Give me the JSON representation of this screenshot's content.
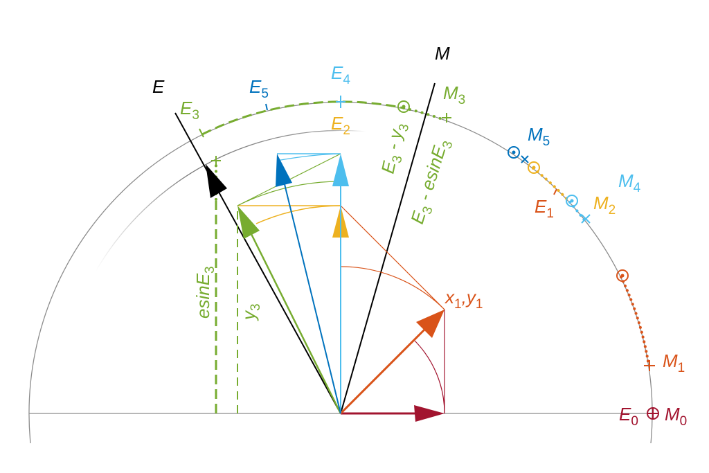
{
  "colors": {
    "green": "#77ac30",
    "orange": "#edb120",
    "lightblue": "#4dbeee",
    "blue": "#0072bd",
    "orangered": "#d95319",
    "crimson": "#a2142f",
    "black": "#000000",
    "gray": "#8c8c8c"
  },
  "labels": {
    "E": "E",
    "M": "M",
    "E5": {
      "main": "E",
      "sub": "5"
    },
    "E4": {
      "main": "E",
      "sub": "4"
    },
    "E3": {
      "main": "E",
      "sub": "3"
    },
    "E2": {
      "main": "E",
      "sub": "2"
    },
    "E1": {
      "main": "E",
      "sub": "1"
    },
    "E0": {
      "main": "E",
      "sub": "0"
    },
    "M0": {
      "main": "M",
      "sub": "0"
    },
    "M1": {
      "main": "M",
      "sub": "1"
    },
    "M2": {
      "main": "M",
      "sub": "2"
    },
    "M3": {
      "main": "M",
      "sub": "3"
    },
    "M4": {
      "main": "M",
      "sub": "4"
    },
    "M5": {
      "main": "M",
      "sub": "5"
    },
    "E3_minus_y3": {
      "a": "E",
      "a_sub": "3",
      "op": " - ",
      "b": "y",
      "b_sub": "3"
    },
    "E3_minus_esinE3": {
      "a": "E",
      "a_sub": "3",
      "op": " - ",
      "b": "esin",
      "c": "E",
      "c_sub": "3"
    },
    "esinE3": {
      "a": "esin",
      "b": "E",
      "b_sub": "3"
    },
    "y3": {
      "main": "y",
      "sub": "3"
    },
    "x1y1": {
      "a": "x",
      "a_sub": "1",
      "sep": ",",
      "b": "y",
      "b_sub": "1"
    }
  }
}
